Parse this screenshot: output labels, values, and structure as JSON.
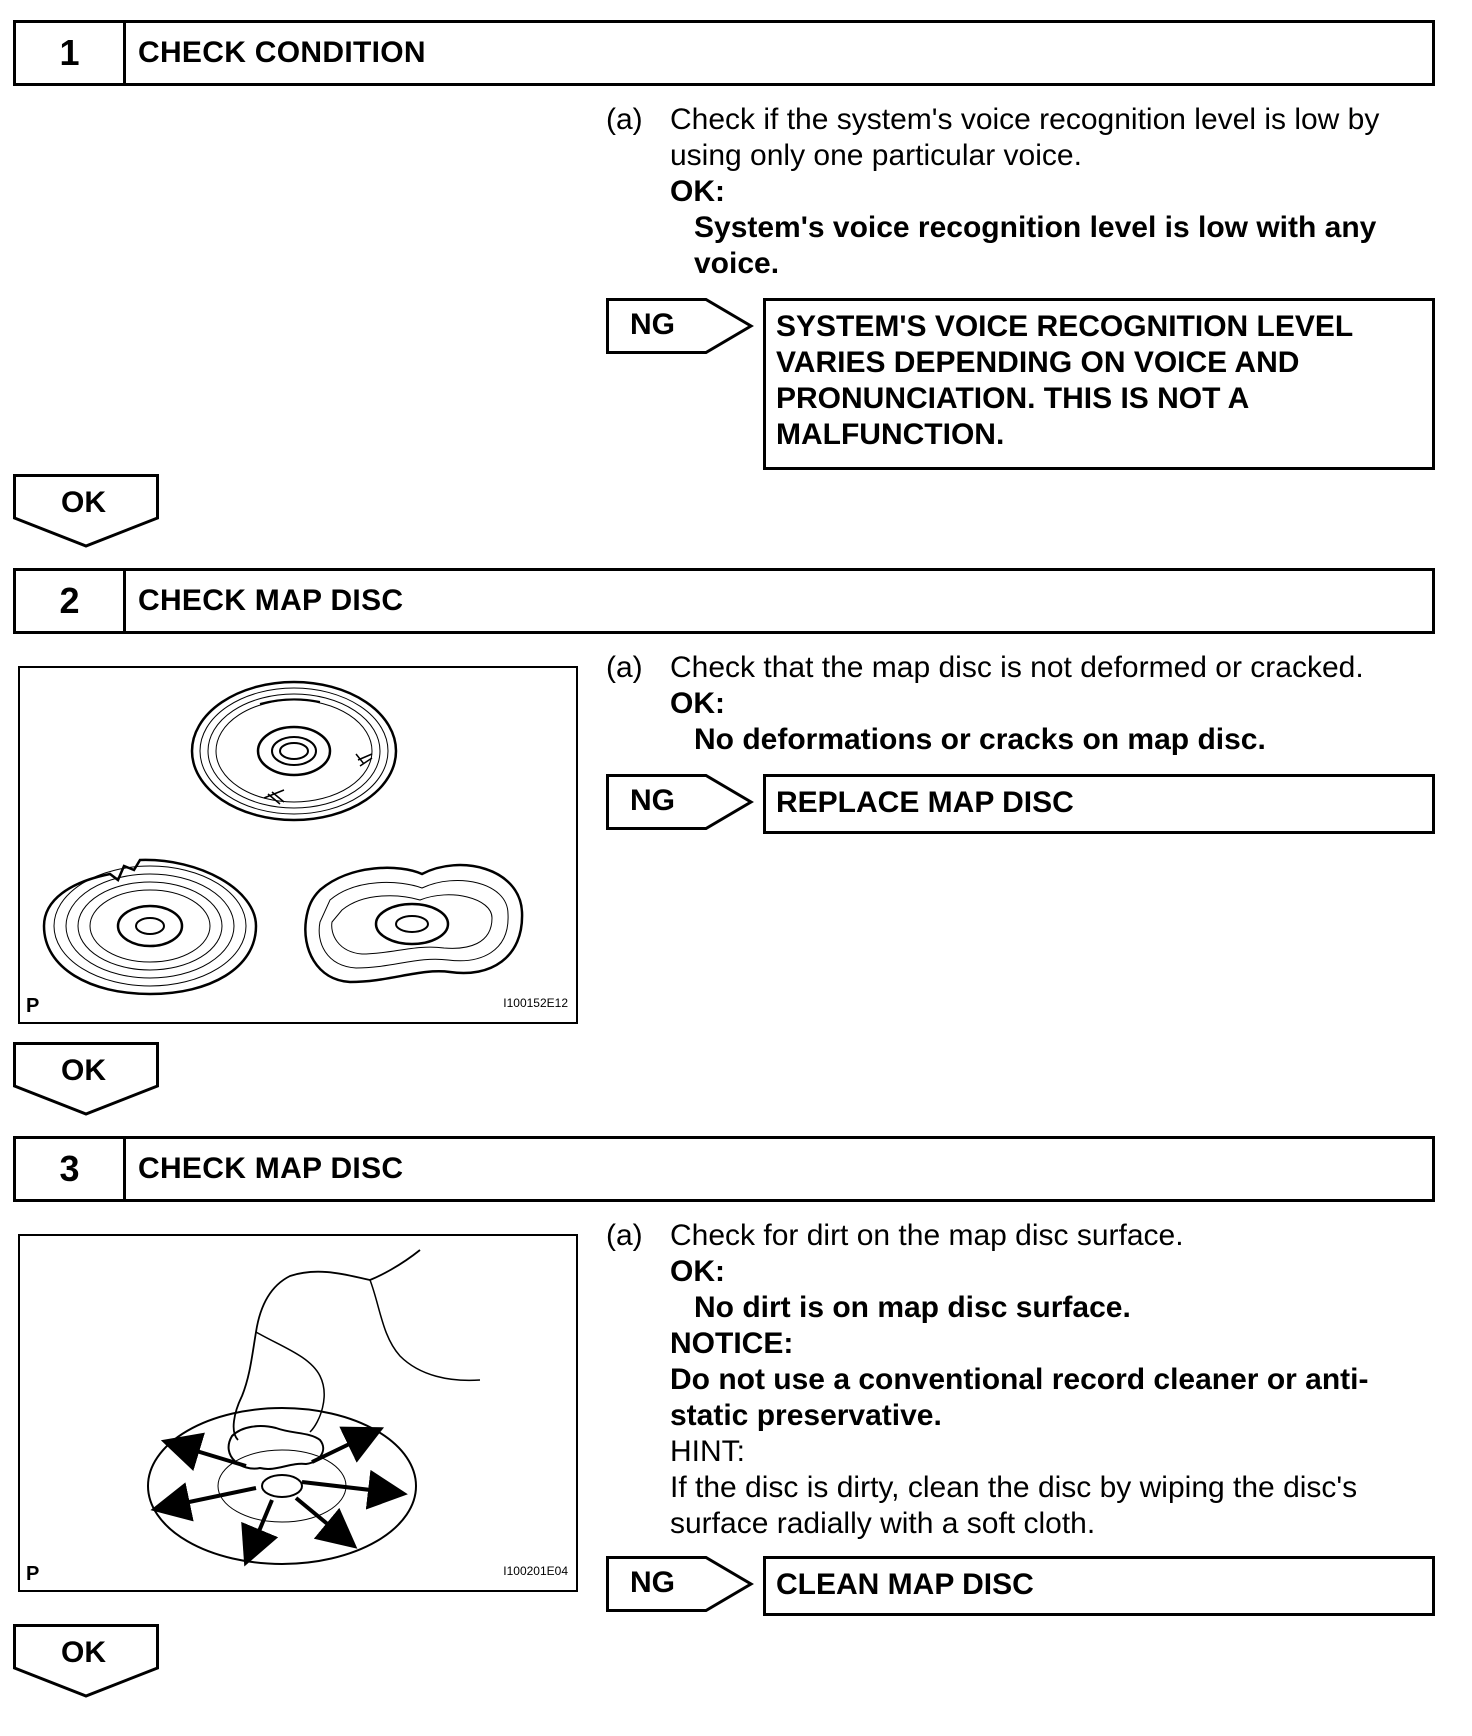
{
  "steps": [
    {
      "number": "1",
      "title": "CHECK CONDITION",
      "letter": "(a)",
      "instruction": "Check if the system's voice recognition level is low by using only one particular voice.",
      "ok_label": "OK:",
      "ok_text": "System's voice recognition level is low with any voice.",
      "ng_label": "NG",
      "ng_result": "SYSTEM'S VOICE RECOGNITION LEVEL VARIES DEPENDING ON VOICE AND PRONUNCIATION. THIS IS NOT A MALFUNCTION.",
      "next_label": "OK"
    },
    {
      "number": "2",
      "title": "CHECK MAP DISC",
      "letter": "(a)",
      "instruction": "Check that the map disc is not deformed or cracked.",
      "ok_label": "OK:",
      "ok_text": "No deformations or cracks on map disc.",
      "ng_label": "NG",
      "ng_result": "REPLACE MAP DISC",
      "figure_code": "I100152E12",
      "figure_p": "P",
      "next_label": "OK"
    },
    {
      "number": "3",
      "title": "CHECK MAP DISC",
      "letter": "(a)",
      "instruction": "Check for dirt on the map disc surface.",
      "ok_label": "OK:",
      "ok_text": "No dirt is on map disc surface.",
      "notice_label": "NOTICE:",
      "notice_text": "Do not use a conventional record cleaner or anti-static preservative.",
      "hint_label": "HINT:",
      "hint_text": "If the disc is dirty, clean the disc by wiping the disc's surface radially with a soft cloth.",
      "ng_label": "NG",
      "ng_result": "CLEAN MAP DISC",
      "figure_code": "I100201E04",
      "figure_p": "P",
      "next_label": "OK"
    }
  ]
}
